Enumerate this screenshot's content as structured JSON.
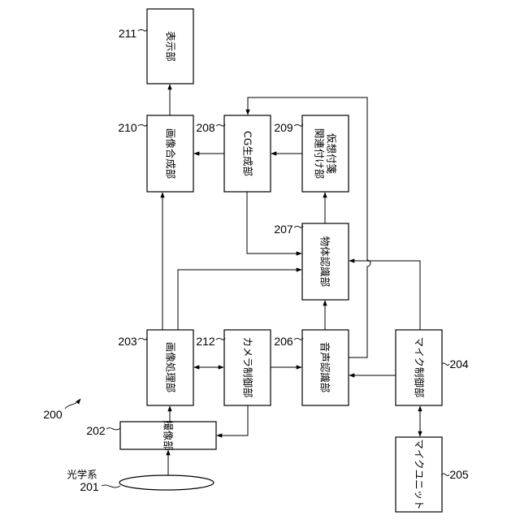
{
  "figure_number": "200",
  "blocks": {
    "display": {
      "ref": "211",
      "label": "表示部"
    },
    "image_compositing": {
      "ref": "210",
      "label": "画像合成部"
    },
    "cg_generation": {
      "ref": "208",
      "label": "CG生成部"
    },
    "virtual_tag_association": {
      "ref": "209",
      "label_line1": "仮想付箋",
      "label_line2": "関連付け部"
    },
    "object_recognition": {
      "ref": "207",
      "label": "物体認識部"
    },
    "image_processing": {
      "ref": "203",
      "label": "画像処理部"
    },
    "camera_control": {
      "ref": "212",
      "label": "カメラ制御部"
    },
    "voice_recognition": {
      "ref": "206",
      "label": "音声認識部"
    },
    "microphone_control": {
      "ref": "204",
      "label": "マイク制御部"
    },
    "imaging": {
      "ref": "202",
      "label": "撮像部"
    },
    "microphone_unit": {
      "ref": "205",
      "label": "マイクユニット"
    }
  },
  "optical_system": {
    "ref": "201",
    "label": "光学系"
  }
}
